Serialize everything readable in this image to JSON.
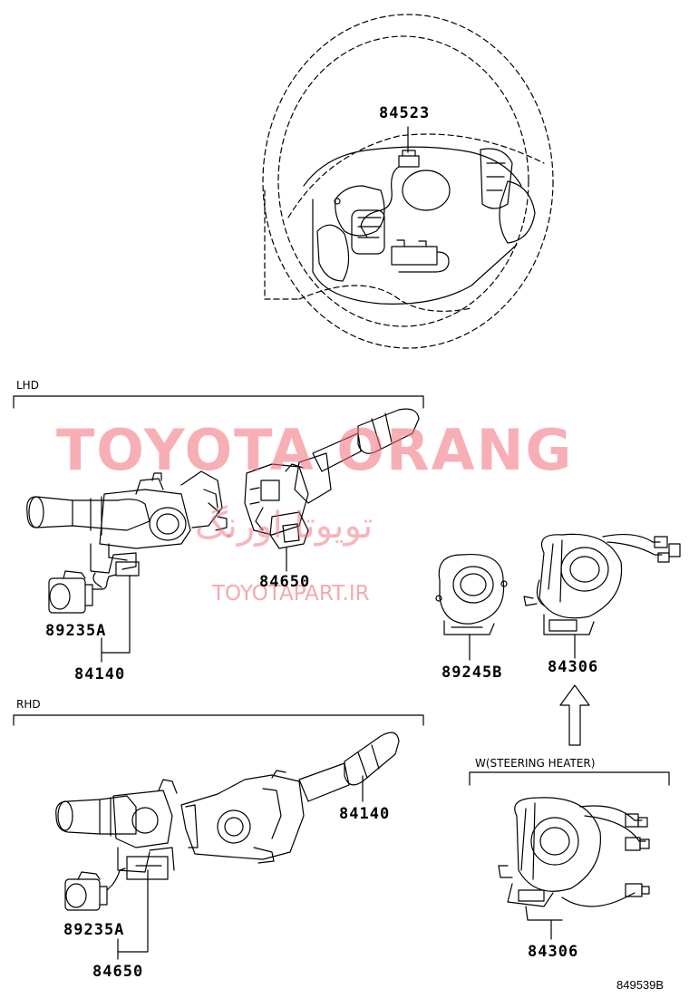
{
  "sections": {
    "lhd": "LHD",
    "rhd": "RHD",
    "steering_heater": "W(STEERING HEATER)"
  },
  "parts": {
    "airbag_switch": "84523",
    "lhd_light_switch": "84650",
    "lhd_sensor": "89235A",
    "lhd_wiper_switch": "84140",
    "angle_sensor": "89245B",
    "spiral_cable": "84306",
    "rhd_wiper_switch": "84140",
    "rhd_sensor": "89235A",
    "rhd_light_switch": "84650",
    "heater_spiral_cable": "84306"
  },
  "watermark": {
    "title": "TOYOTA ORANG",
    "farsi": "تویوتا اورنگ",
    "url": "TOYOTAPART.IR"
  },
  "diagram_code": "849539B"
}
